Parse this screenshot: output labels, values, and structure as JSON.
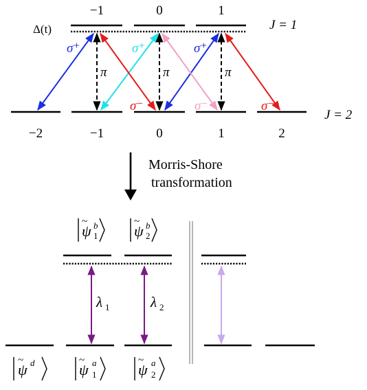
{
  "top": {
    "upper_labels": [
      "−1",
      "0",
      "1"
    ],
    "lower_labels": [
      "−2",
      "−1",
      "0",
      "1",
      "2"
    ],
    "upper_J_text": "J = 1",
    "lower_J_text": "J = 2",
    "detuning_text": "Δ(t)",
    "pol_labels": {
      "sigma_plus": "σ⁺",
      "sigma_minus": "σ⁻",
      "pi": "π"
    }
  },
  "transformation": {
    "line1": "Morris-Shore",
    "line2": "transformation"
  },
  "bottom": {
    "psi_b1": "ψ̃ b 1",
    "psi_b2": "ψ̃ b 2",
    "psi_a1": "ψ̃ a 1",
    "psi_a2": "ψ̃ a 2",
    "psi_d": "ψ̃ d",
    "lambda1": "λ1",
    "lambda2": "λ2"
  },
  "colors": {
    "sigma_plus_blue": "#1a2fe0",
    "sigma_plus_cyan": "#22e0e8",
    "sigma_minus_red": "#e31b1b",
    "sigma_minus_pink": "#f2a0c8",
    "pi_black": "#000000",
    "lambda_purple": "#7a1a86",
    "lambda_light": "#c9a6ef",
    "divider_gray": "#b5b5b5"
  }
}
